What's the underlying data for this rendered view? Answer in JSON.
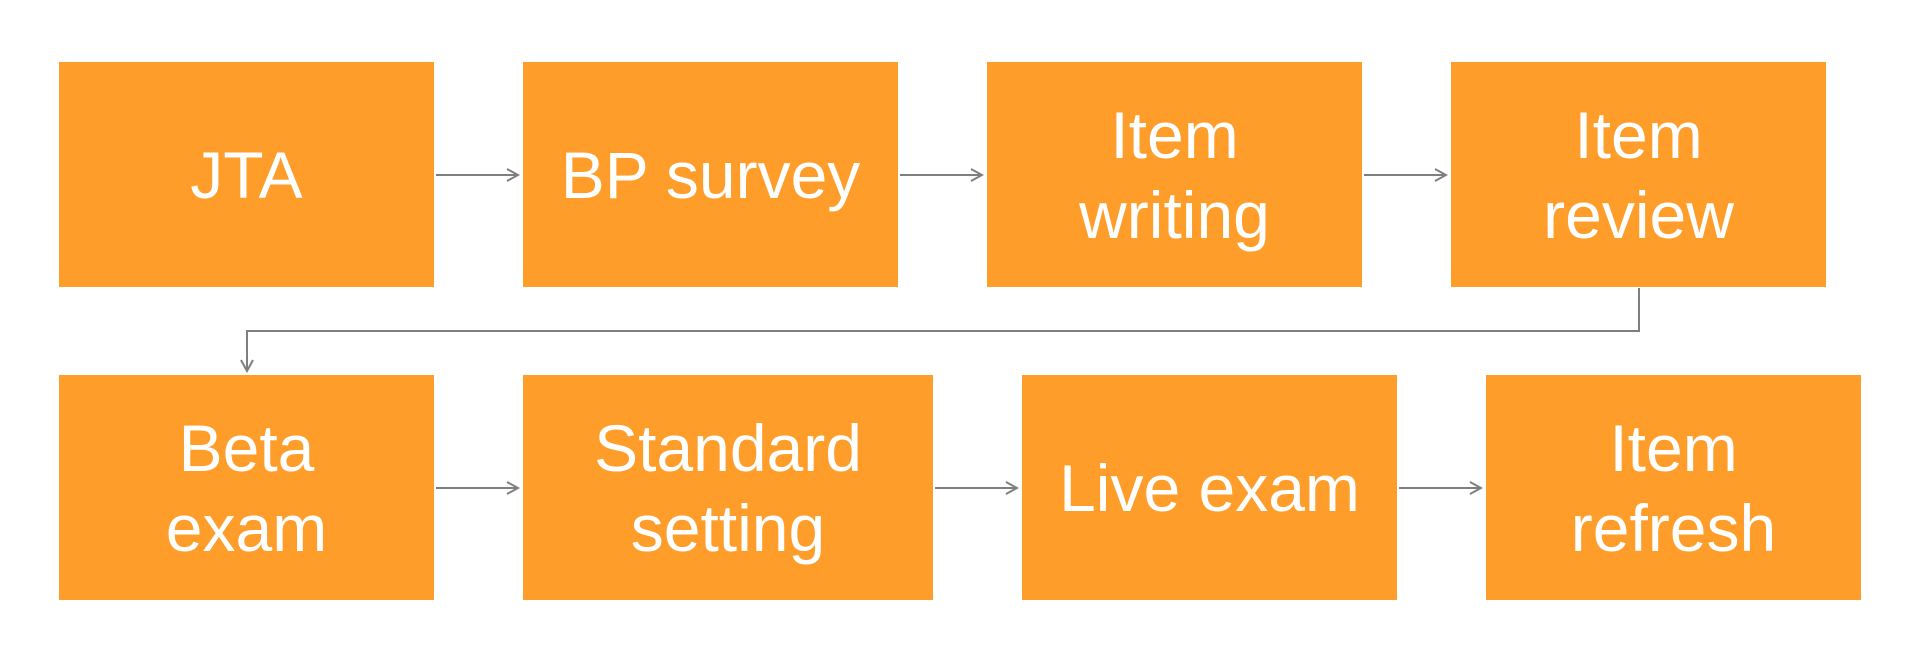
{
  "diagram": {
    "steps": [
      {
        "label": "JTA"
      },
      {
        "label": "BP survey"
      },
      {
        "label": "Item\nwriting"
      },
      {
        "label": "Item\nreview"
      },
      {
        "label": "Beta\nexam"
      },
      {
        "label": "Standard\nsetting"
      },
      {
        "label": "Live exam"
      },
      {
        "label": "Item\nrefresh"
      }
    ],
    "colors": {
      "box_fill": "#FF9D2B",
      "box_text": "#ffffff",
      "arrow": "#7f7f7f"
    }
  }
}
